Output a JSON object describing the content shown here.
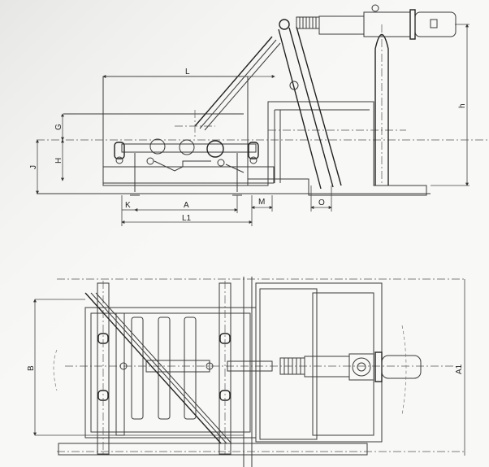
{
  "drawing": {
    "side_view": {
      "dimensions": {
        "L": "L",
        "G": "G",
        "H": "H",
        "J": "J",
        "K": "K",
        "A": "A",
        "L1": "L1",
        "M": "M",
        "O": "O",
        "h": "h"
      }
    },
    "plan_view": {
      "dimensions": {
        "B": "B",
        "A1": "A1"
      }
    },
    "colors": {
      "ink": "#2a2a2a",
      "paper": "#f8f8f6"
    }
  }
}
